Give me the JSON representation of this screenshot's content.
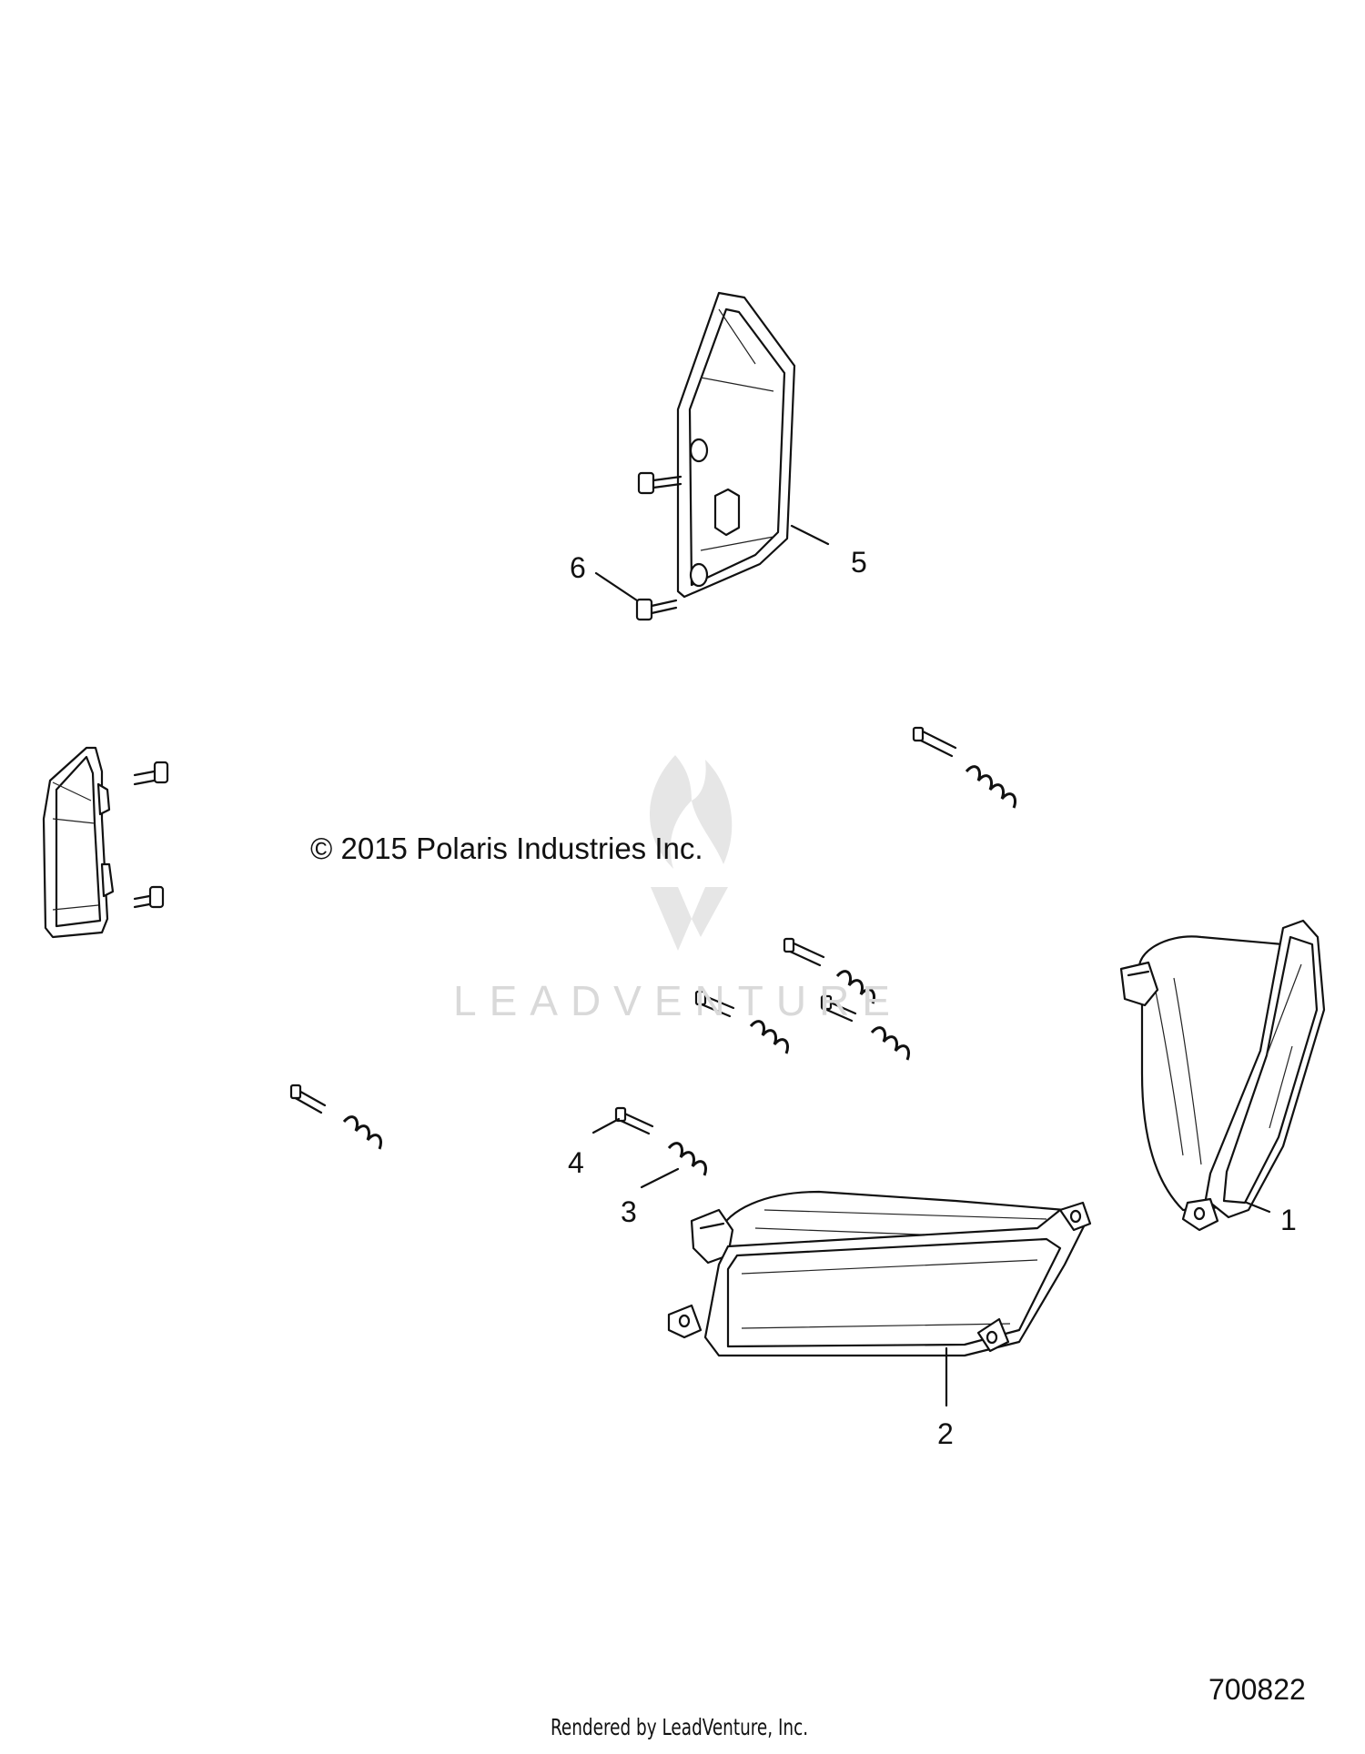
{
  "diagram": {
    "copyright": "© 2015 Polaris Industries Inc.",
    "diagram_id": "700822",
    "footer": "Rendered by LeadVenture, Inc.",
    "watermark": "LEADVENTURE",
    "callouts": [
      "1",
      "2",
      "3",
      "4",
      "5",
      "6"
    ],
    "icons": [
      "leadventure-logo-icon",
      "headlight-housing",
      "headlight-lens",
      "spring",
      "screw",
      "mount-bracket"
    ]
  }
}
